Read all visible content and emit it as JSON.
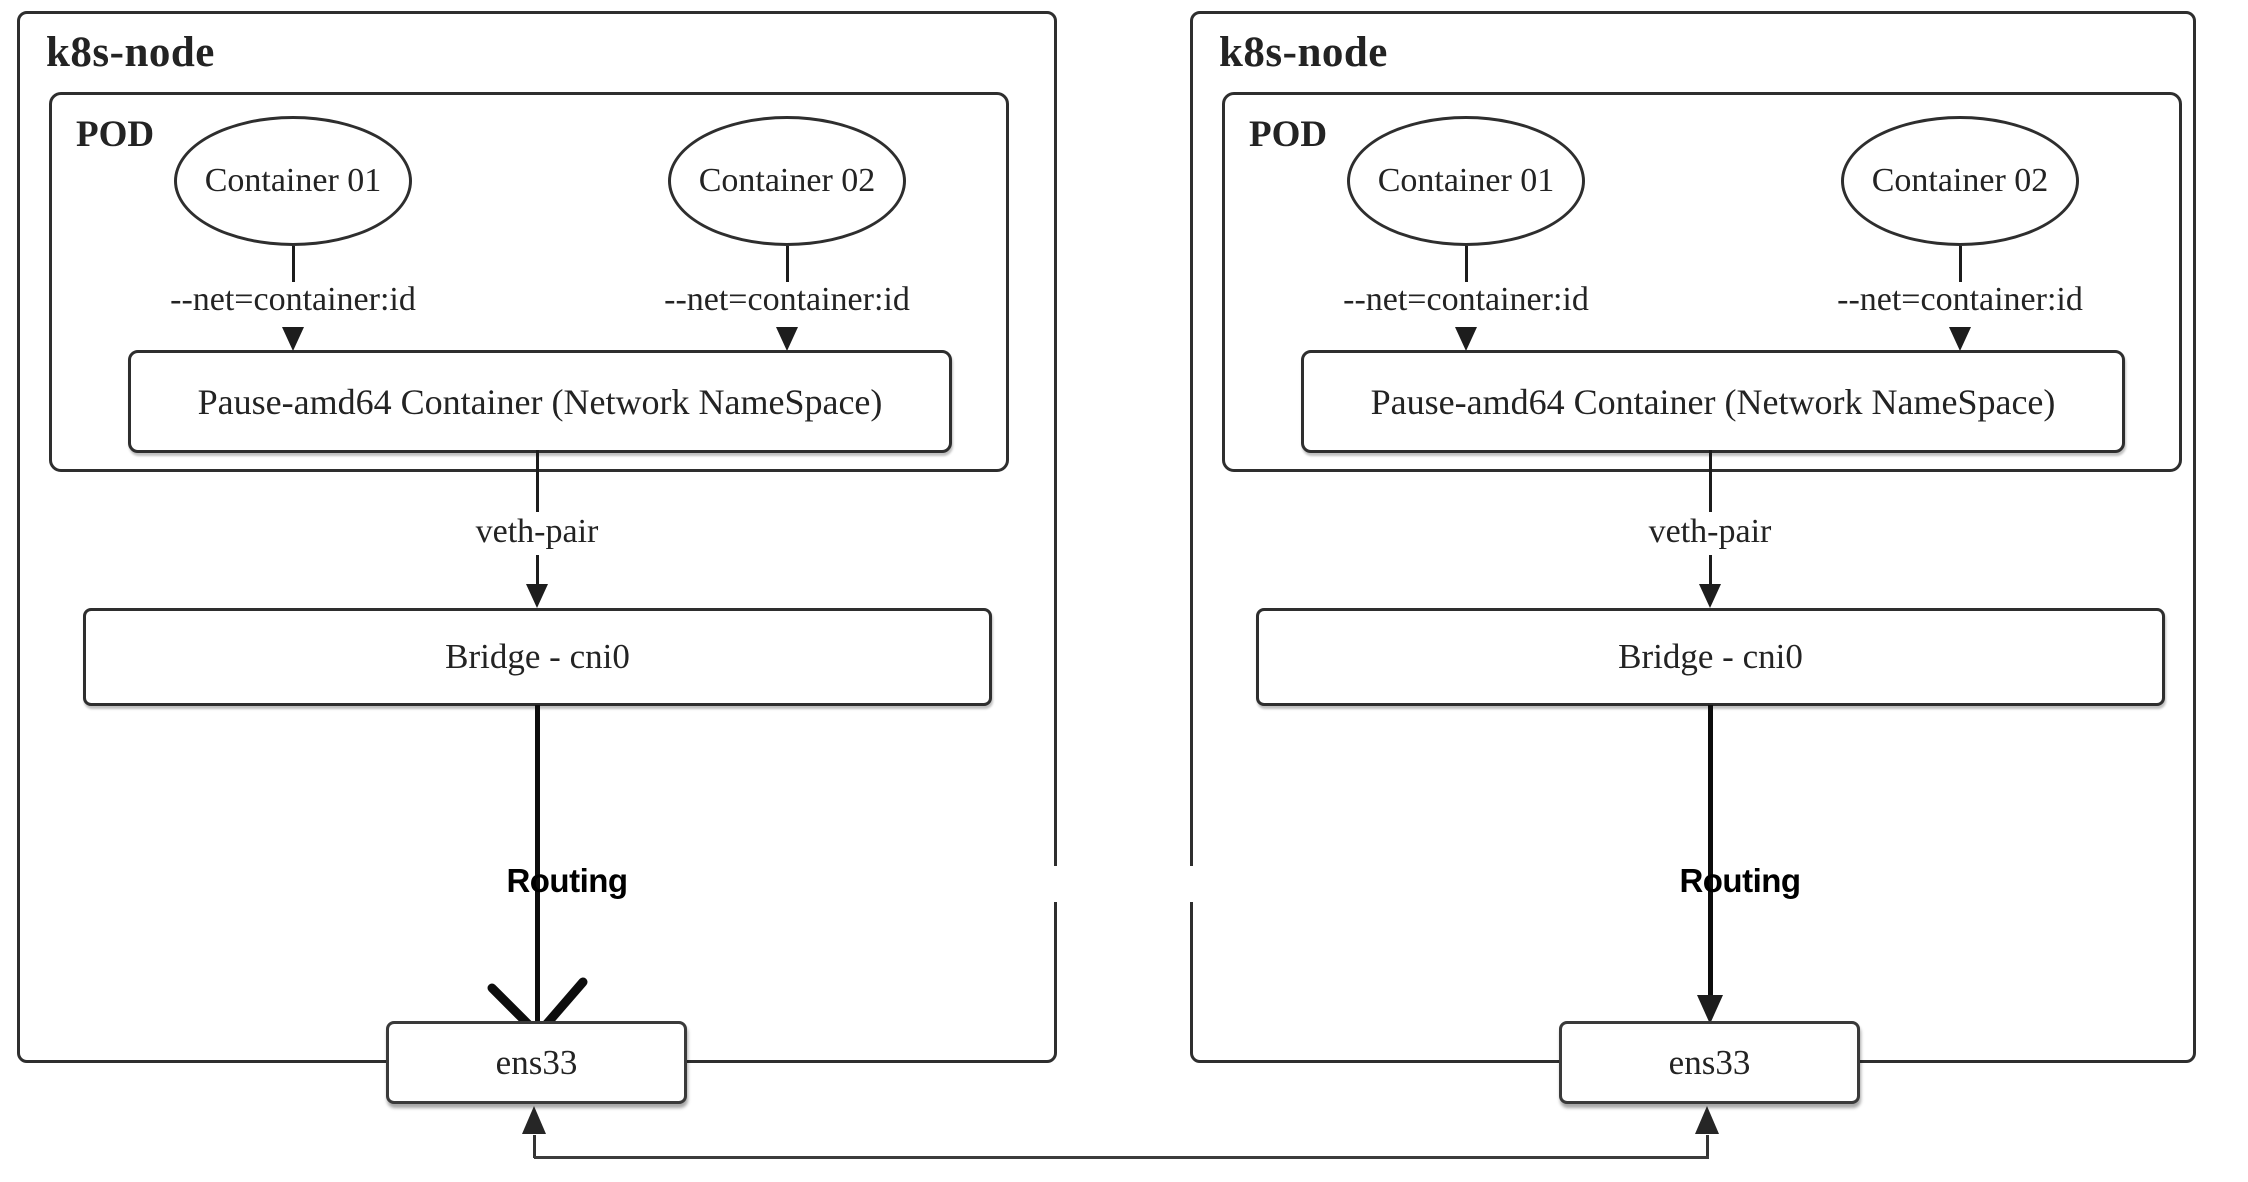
{
  "diagram": {
    "nodes": [
      {
        "title": "k8s-node",
        "pod": {
          "label": "POD",
          "containers": [
            {
              "label": "Container 01",
              "net_label": "--net=container:id"
            },
            {
              "label": "Container 02",
              "net_label": "--net=container:id"
            }
          ],
          "pause_label": "Pause-amd64 Container (Network NameSpace)"
        },
        "veth_label": "veth-pair",
        "bridge_label": "Bridge - cni0",
        "routing_label": "Routing",
        "nic_label": "ens33"
      },
      {
        "title": "k8s-node",
        "pod": {
          "label": "POD",
          "containers": [
            {
              "label": "Container 01",
              "net_label": "--net=container:id"
            },
            {
              "label": "Container 02",
              "net_label": "--net=container:id"
            }
          ],
          "pause_label": "Pause-amd64 Container (Network NameSpace)"
        },
        "veth_label": "veth-pair",
        "bridge_label": "Bridge - cni0",
        "routing_label": "Routing",
        "nic_label": "ens33"
      }
    ],
    "colors": {
      "stroke": "#2e2e2e",
      "line": "#1c1c1c",
      "background": "#ffffff"
    }
  }
}
